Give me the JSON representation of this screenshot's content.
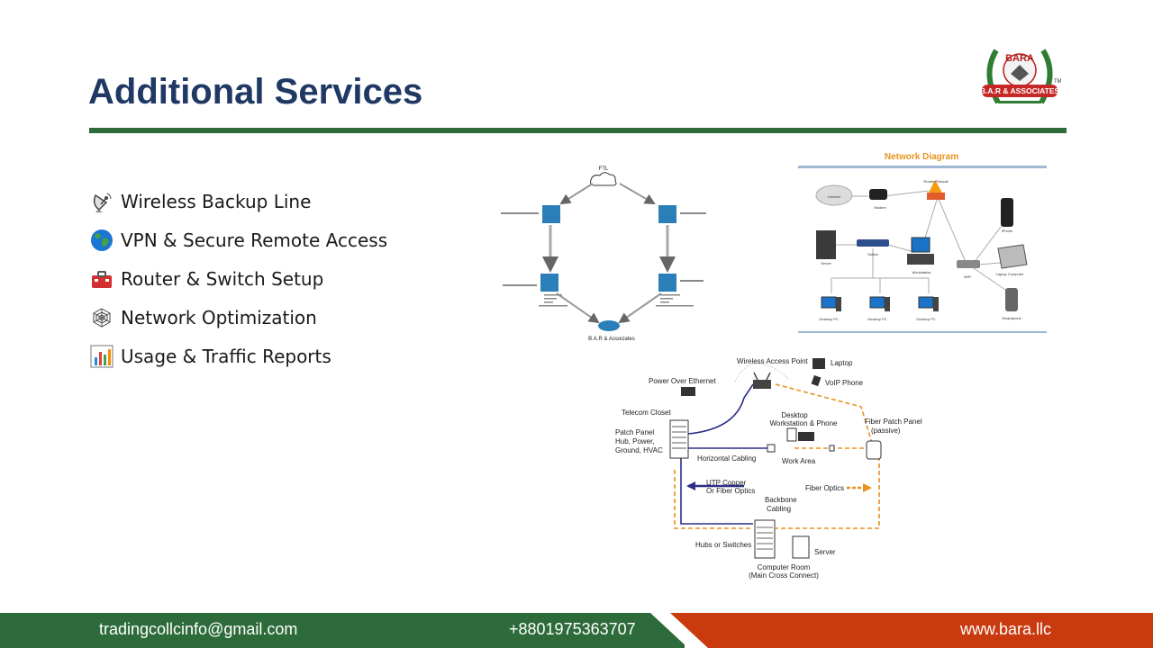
{
  "page": {
    "title": "Additional Services"
  },
  "logo": {
    "top_text": "BARA",
    "band_text": "B.A.R & ASSOCIATES",
    "tm": "TM"
  },
  "services": [
    {
      "label": "Wireless Backup Line",
      "icon": "satellite-dish-icon"
    },
    {
      "label": "VPN & Secure Remote Access",
      "icon": "globe-icon"
    },
    {
      "label": "Router & Switch Setup",
      "icon": "toolbox-icon"
    },
    {
      "label": "Network Optimization",
      "icon": "web-icon"
    },
    {
      "label": "Usage & Traffic Reports",
      "icon": "bar-chart-icon"
    }
  ],
  "figure1": {
    "top_node": "FTL",
    "bottom_node": "B.A.R & Associates"
  },
  "figure2": {
    "title": "Network Diagram",
    "nodes": {
      "internet": "Internet",
      "modem": "Modem",
      "router": "Router/Firewall",
      "server": "Server",
      "switch": "Switch",
      "workstation": "Workstation",
      "wifi": "WiFi",
      "phone": "iPhone",
      "laptop": "Laptop Computer",
      "smartphone": "Smartphone",
      "pc1": "Desktop PC",
      "pc2": "Desktop PC",
      "pc3": "Desktop PC"
    }
  },
  "figure3": {
    "wap": "Wireless Access Point",
    "laptop": "Laptop",
    "voip": "VoIP Phone",
    "poe": "Power Over Ethernet",
    "telecom": "Telecom Closet",
    "patch1": "Patch Panel",
    "patch2": "Hub, Power,",
    "patch3": "Ground, HVAC",
    "desk1": "Desktop",
    "desk2": "Workstation & Phone",
    "fpp1": "Fiber Patch Panel",
    "fpp2": "(passive)",
    "horiz": "Horizontal Cabling",
    "work": "Work Area",
    "utp1": "UTP Copper",
    "utp2": "Or Fiber Optics",
    "fiber": "Fiber Optics",
    "back1": "Backbone",
    "back2": "Cabling",
    "hubs": "Hubs or Switches",
    "server": "Server",
    "room1": "Computer Room",
    "room2": "(Main Cross Connect)"
  },
  "footer": {
    "email": "tradingcollcinfo@gmail.com",
    "phone": "+8801975363707",
    "website": "www.bara.llc"
  },
  "colors": {
    "title": "#1f3864",
    "green": "#2e6b3a",
    "red": "#c93b0f",
    "orange": "#e8931f"
  }
}
